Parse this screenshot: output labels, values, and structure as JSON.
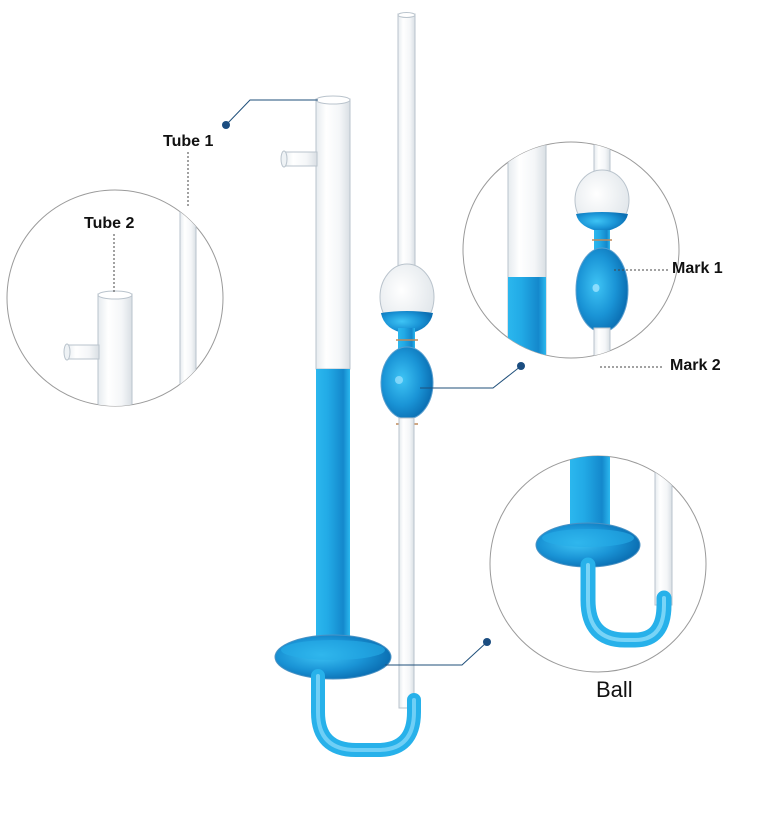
{
  "labels": {
    "tube1": "Tube 1",
    "tube2": "Tube 2",
    "mark1": "Mark 1",
    "mark2": "Mark 2",
    "ball": "Ball"
  },
  "colors": {
    "liquid": "#1aa6e0",
    "liquid_dark": "#0d7fc4",
    "glass_edge": "#b9c3cc",
    "leader": "#1f4f7a",
    "dot": "#1b4d80",
    "circle_border": "#9a9a9a"
  }
}
